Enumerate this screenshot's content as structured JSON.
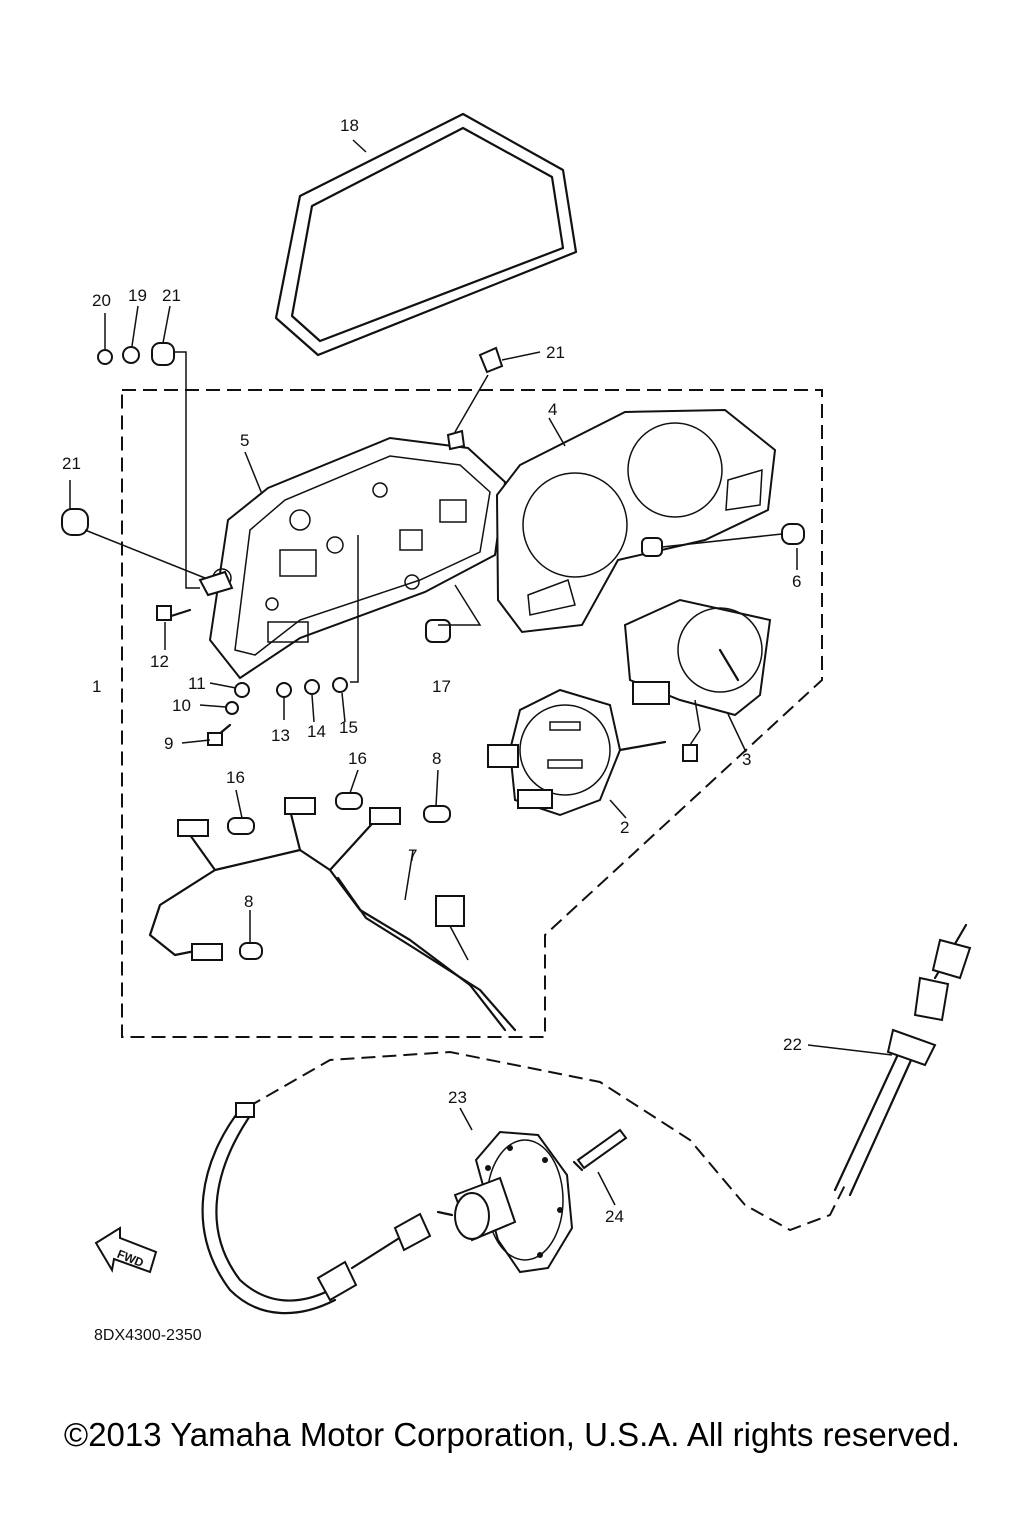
{
  "diagram": {
    "labels": {
      "p1": "1",
      "p2": "2",
      "p3": "3",
      "p4": "4",
      "p5": "5",
      "p6": "6",
      "p7": "7",
      "p8a": "8",
      "p8b": "8",
      "p9": "9",
      "p10": "10",
      "p11": "11",
      "p12": "12",
      "p13": "13",
      "p14": "14",
      "p15": "15",
      "p16a": "16",
      "p16b": "16",
      "p17": "17",
      "p18": "18",
      "p19": "19",
      "p20": "20",
      "p21a": "21",
      "p21b": "21",
      "p21c": "21",
      "p22": "22",
      "p23": "23",
      "p24": "24"
    },
    "direction_label": "FWD",
    "drawing_code": "8DX4300-2350"
  },
  "copyright": "©2013 Yamaha Motor Corporation, U.S.A. All rights reserved."
}
